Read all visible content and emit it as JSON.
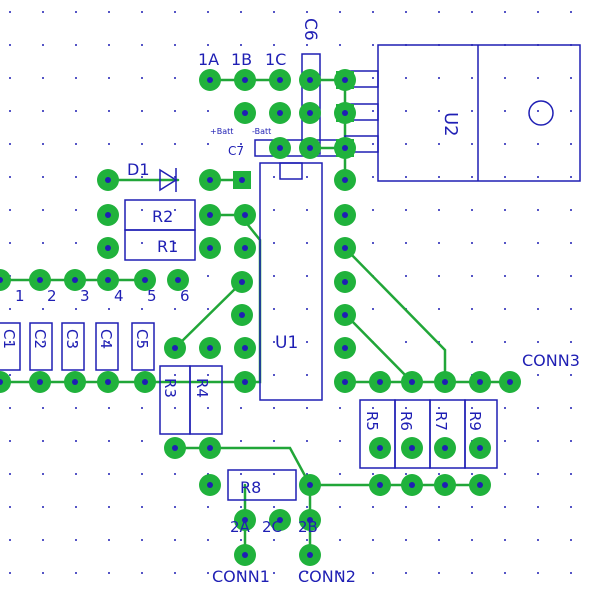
{
  "colors": {
    "background": "#ffffff",
    "grid_dot": "#1f1fb4",
    "trace": "#21a638",
    "pad": "#20b23c",
    "drill": "#1f1fb4",
    "silkscreen": "#1f1fb4"
  },
  "labels": {
    "c6": "C6",
    "u2": "U2",
    "pin_1a": "1A",
    "pin_1b": "1B",
    "pin_1c": "1C",
    "batt_plus": "+Batt",
    "batt_minus": "-Batt",
    "c7": "C7",
    "d1": "D1",
    "r2": "R2",
    "r1": "R1",
    "pins": [
      "1",
      "2",
      "3",
      "4",
      "5",
      "6"
    ],
    "caps": [
      "C1",
      "C2",
      "C3",
      "C4",
      "C5"
    ],
    "r3": "R3",
    "r4": "R4",
    "u1": "U1",
    "r5": "R5",
    "r6": "R6",
    "r7": "R7",
    "r9": "R9",
    "r8": "R8",
    "conn3": "CONN3",
    "pin_2a": "2A",
    "pin_2c": "2C",
    "pin_2b": "2B",
    "conn1": "CONN1",
    "conn2": "CONN2"
  }
}
